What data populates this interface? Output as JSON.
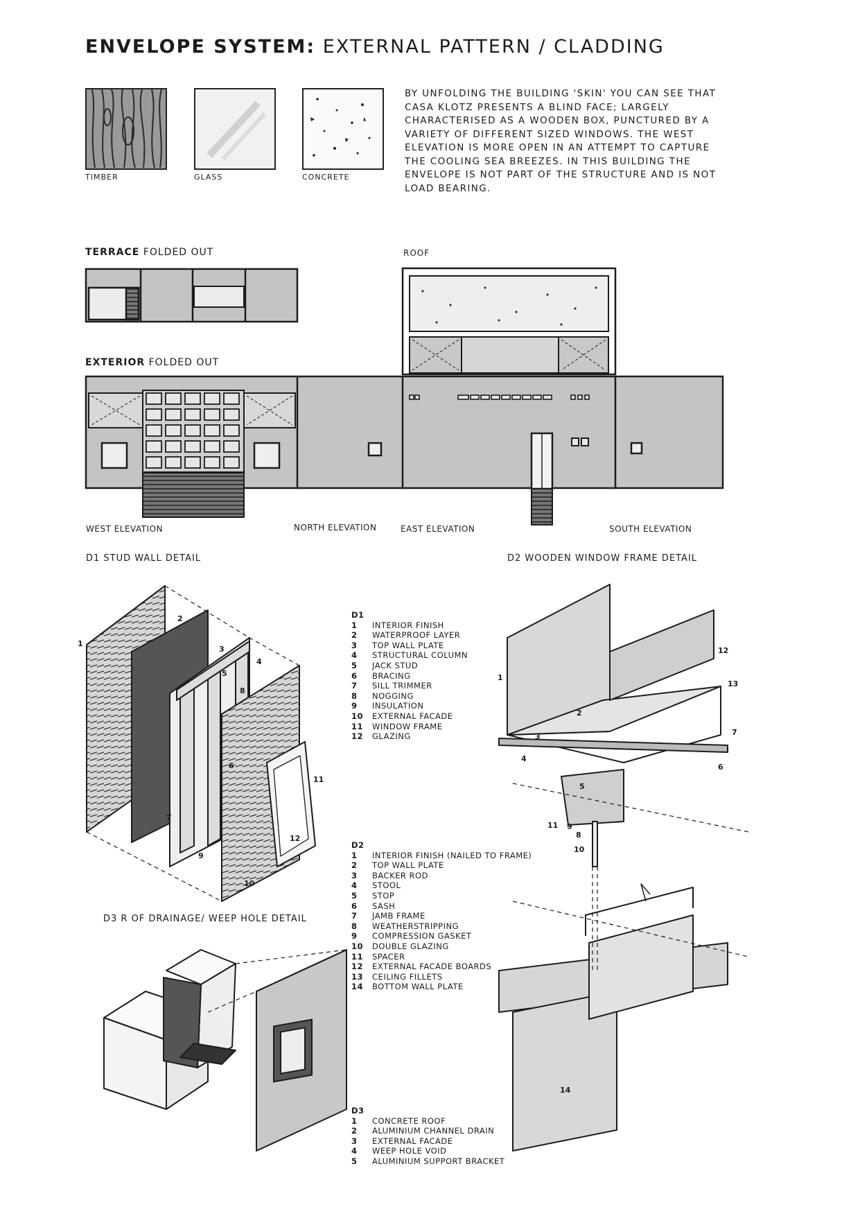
{
  "title": {
    "bold": "ENVELOPE SYSTEM:",
    "rest": "EXTERNAL PATTERN / CLADDING"
  },
  "materials": [
    {
      "label": "TIMBER"
    },
    {
      "label": "GLASS"
    },
    {
      "label": "CONCRETE"
    }
  ],
  "description": "BY UNFOLDING THE BUILDING 'SKIN' YOU CAN SEE THAT CASA KLOTZ PRESENTS A BLIND FACE; LARGELY CHARACTERISED AS A WOODEN BOX, PUNCTURED BY A VARIETY OF DIFFERENT SIZED WINDOWS. THE WEST ELEVATION IS MORE OPEN IN AN ATTEMPT TO CAPTURE THE COOLING SEA BREEZES. IN THIS BUILDING THE ENVELOPE IS NOT PART OF THE STRUCTURE AND IS NOT LOAD BEARING.",
  "unfold": {
    "terrace_bold": "TERRACE",
    "terrace_rest": "FOLDED OUT",
    "roof": "ROOF",
    "exterior_bold": "EXTERIOR",
    "exterior_rest": "FOLDED OUT",
    "elevations": [
      "WEST ELEVATION",
      "NORTH ELEVATION",
      "EAST ELEVATION",
      "SOUTH ELEVATION"
    ]
  },
  "details": {
    "d1_title": "D1  STUD WALL DETAIL",
    "d2_title": "D2  WOODEN WINDOW FRAME DETAIL",
    "d3_title": "D3  R  OF DRAINAGE/ WEEP HOLE DETAIL"
  },
  "legend_d1": {
    "heading": "D1",
    "items": [
      {
        "n": "1",
        "t": "INTERIOR FINISH"
      },
      {
        "n": "2",
        "t": "WATERPROOF LAYER"
      },
      {
        "n": "3",
        "t": "TOP WALL PLATE"
      },
      {
        "n": "4",
        "t": "STRUCTURAL COLUMN"
      },
      {
        "n": "5",
        "t": "JACK STUD"
      },
      {
        "n": "6",
        "t": "BRACING"
      },
      {
        "n": "7",
        "t": "SILL TRIMMER"
      },
      {
        "n": "8",
        "t": "NOGGING"
      },
      {
        "n": "9",
        "t": "INSULATION"
      },
      {
        "n": "10",
        "t": "EXTERNAL FACADE"
      },
      {
        "n": "11",
        "t": "WINDOW FRAME"
      },
      {
        "n": "12",
        "t": "GLAZING"
      }
    ]
  },
  "legend_d2": {
    "heading": "D2",
    "items": [
      {
        "n": "1",
        "t": "INTERIOR FINISH (NAILED TO FRAME)"
      },
      {
        "n": "2",
        "t": "TOP WALL PLATE"
      },
      {
        "n": "3",
        "t": "BACKER ROD"
      },
      {
        "n": "4",
        "t": "STOOL"
      },
      {
        "n": "5",
        "t": "STOP"
      },
      {
        "n": "6",
        "t": "SASH"
      },
      {
        "n": "7",
        "t": "JAMB FRAME"
      },
      {
        "n": "8",
        "t": "WEATHERSTRIPPING"
      },
      {
        "n": "9",
        "t": "COMPRESSION GASKET"
      },
      {
        "n": "10",
        "t": "DOUBLE GLAZING"
      },
      {
        "n": "11",
        "t": "SPACER"
      },
      {
        "n": "12",
        "t": "EXTERNAL FACADE BOARDS"
      },
      {
        "n": "13",
        "t": "CEILING FILLETS"
      },
      {
        "n": "14",
        "t": "BOTTOM WALL PLATE"
      }
    ]
  },
  "legend_d3": {
    "heading": "D3",
    "items": [
      {
        "n": "1",
        "t": "CONCRETE ROOF"
      },
      {
        "n": "2",
        "t": "ALUMINIUM CHANNEL DRAIN"
      },
      {
        "n": "3",
        "t": "EXTERNAL FACADE"
      },
      {
        "n": "4",
        "t": "WEEP HOLE VOID"
      },
      {
        "n": "5",
        "t": "ALUMINIUM SUPPORT BRACKET"
      }
    ]
  },
  "callouts_d1": [
    "1",
    "2",
    "3",
    "4",
    "5",
    "6",
    "7",
    "8",
    "9",
    "10",
    "11",
    "12"
  ],
  "callouts_d2": [
    "1",
    "2",
    "3",
    "4",
    "5",
    "6",
    "7",
    "8",
    "9",
    "10",
    "11",
    "12",
    "13",
    "14"
  ],
  "colors": {
    "ink": "#1c1c1c",
    "wall_grey": "#bdbdbd",
    "light_grey": "#d9d9d9",
    "dark_fill": "#555555"
  }
}
